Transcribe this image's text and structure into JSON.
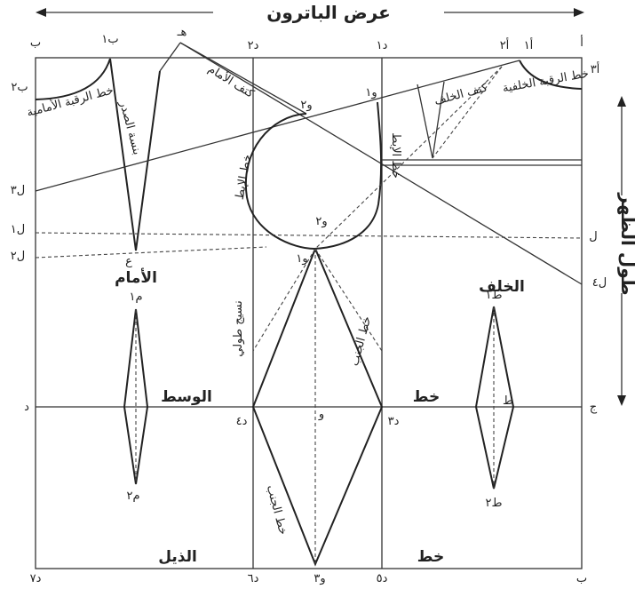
{
  "header": {
    "width_label": "عرض الباترون",
    "length_label": "طول الظهر"
  },
  "sections": {
    "front": "الأمام",
    "back": "الخلف",
    "waist_front": "الوسط",
    "waist_back": "خط",
    "hem_front": "الذيل",
    "hem_back": "خط"
  },
  "curve_labels": {
    "front_neck": "خط الرقبة الأمامية",
    "front_dart": "بنسة الصدر",
    "front_shoulder": "كتف الأمام",
    "back_shoulder": "كتف الخلف",
    "back_neck": "خط الرقبة الخلفية",
    "armhole": "خط الإبط",
    "back_armhole": "خط الإبط",
    "side_seam": "خط الجنب",
    "side_seam_upper": "خط الجنب",
    "vertical_grain": "نسيج طولي"
  },
  "points": {
    "A": "أ",
    "A1": "أ١",
    "A2": "أ٢",
    "A3": "أ٣",
    "B": "ب",
    "B1": "ب١",
    "B2": "ب٢",
    "D1": "د١",
    "D2": "د٢",
    "D3": "د٣",
    "D4": "د٤",
    "D5": "د٥",
    "D6": "د٦",
    "D7": "د٧",
    "W": "و",
    "W1": "و١",
    "W2": "و٢",
    "W3": "و٣",
    "H": "هـ",
    "L": "ل",
    "L1": "ل١",
    "L2": "ل٢",
    "L3": "ل٣",
    "L4": "ل٤",
    "M1": "م١",
    "M2": "م٢",
    "T": "ط",
    "T1": "ط١",
    "T2": "ط٢",
    "E": "ع",
    "J": "ج",
    "Dal": "د"
  }
}
